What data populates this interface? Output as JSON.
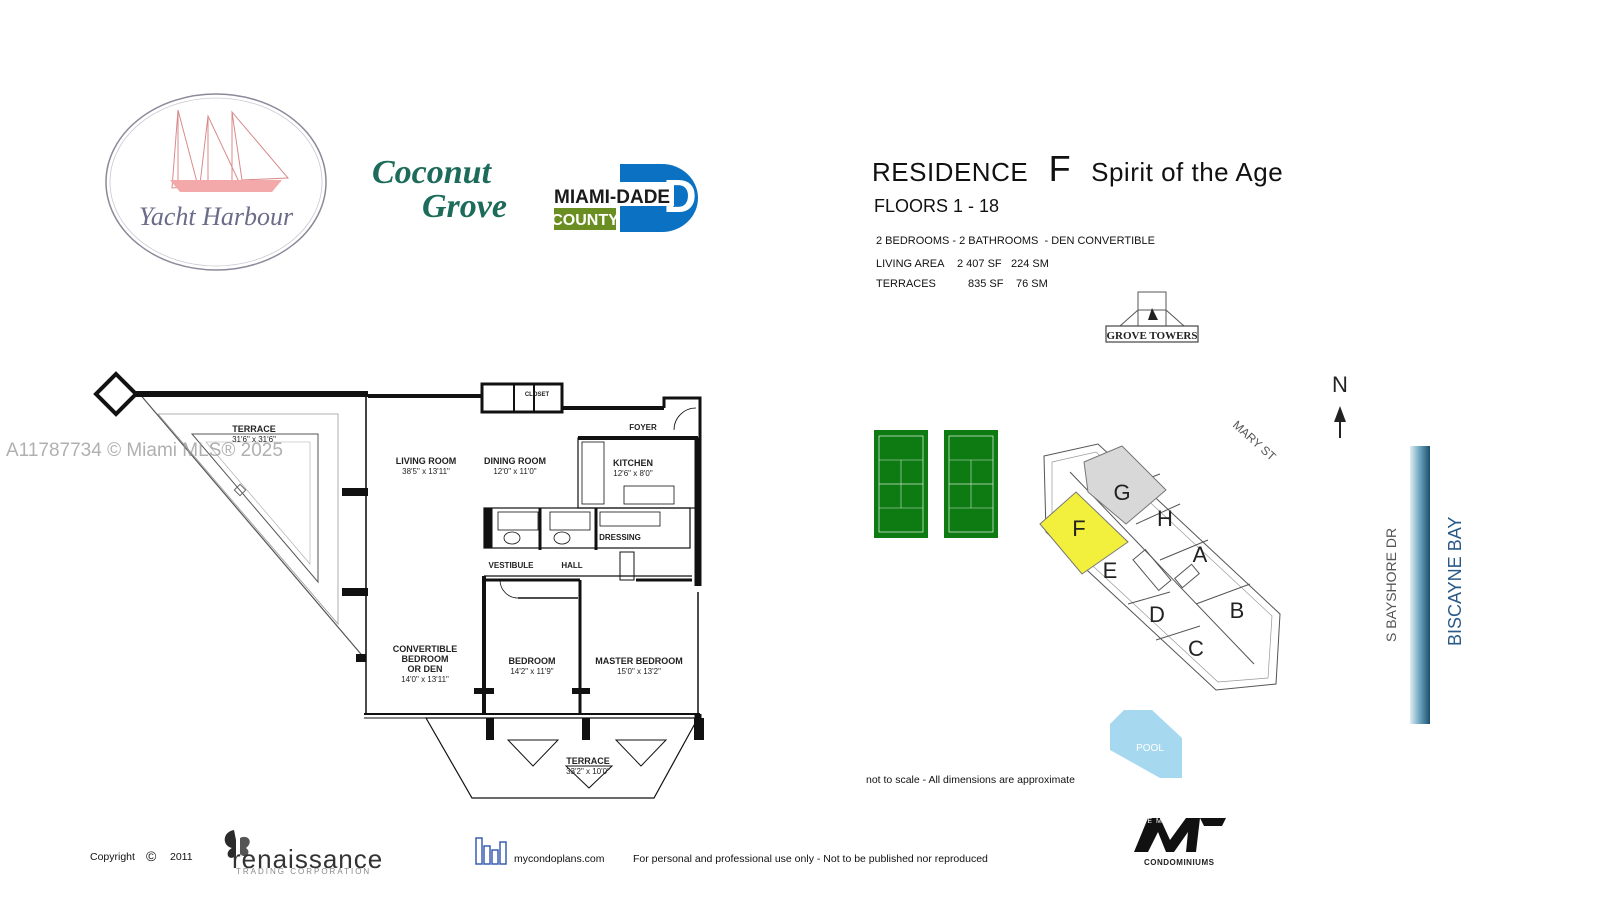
{
  "watermark": "A11787734 © Miami MLS® 2025",
  "logos": {
    "yacht_harbour": "Yacht Harbour",
    "coconut_line1": "Coconut",
    "coconut_line2": "Grove",
    "miami_dade_top": "MIAMI-DADE",
    "miami_dade_bottom": "COUNTY",
    "miami_dade_letter": "D",
    "grove_towers": "GROVE TOWERS",
    "renaissance": "renaissance",
    "renaissance_sub": "TRADING CORPORATION",
    "condominiums": "CONDOMINIUMS",
    "the_m_sub": "THE M"
  },
  "header": {
    "residence_label": "RESIDENCE",
    "unit_letter": "F",
    "unit_name": "Spirit of the Age",
    "floors": "FLOORS 1 - 18",
    "bed_bath": "2 BEDROOMS - 2 BATHROOMS  - DEN CONVERTIBLE",
    "living_area_label": "LIVING AREA",
    "living_area_sf": "2 407 SF",
    "living_area_sm": "224 SM",
    "terraces_label": "TERRACES",
    "terraces_sf": "835 SF",
    "terraces_sm": "76 SM"
  },
  "plan": {
    "terrace_left": "TERRACE",
    "terrace_left_dim": "31'6\" x 31'6\"",
    "living_room": "LIVING ROOM",
    "living_room_dim": "38'5\" x 13'11\"",
    "dining_room": "DINING ROOM",
    "dining_room_dim": "12'0\" x 11'0\"",
    "closet": "CLOSET",
    "foyer": "FOYER",
    "kitchen": "KITCHEN",
    "kitchen_dim": "12'6\" x 8'0\"",
    "dressing": "DRESSING",
    "vestibule": "VESTIBULE",
    "hall": "HALL",
    "convertible_1": "CONVERTIBLE",
    "convertible_2": "BEDROOM",
    "convertible_3": "OR DEN",
    "convertible_dim": "14'0\" x 13'11\"",
    "bedroom": "BEDROOM",
    "bedroom_dim": "14'2\" x 11'9\"",
    "master_bedroom": "MASTER BEDROOM",
    "master_bedroom_dim": "15'0\" x 13'2\"",
    "terrace_bottom": "TERRACE",
    "terrace_bottom_dim": "33'2\" x 10'0\""
  },
  "site": {
    "north": "N",
    "mary_st": "MARY ST",
    "bayshore": "S BAYSHORE DR",
    "biscayne": "BISCAYNE BAY",
    "pool": "POOL",
    "units": [
      "G",
      "F",
      "H",
      "A",
      "E",
      "D",
      "B",
      "C"
    ],
    "highlight_color": "#f2ef3d",
    "court_color": "#0e7a12"
  },
  "footer": {
    "not_to_scale": "not to scale - All dimensions are approximate",
    "copyright": "Copyright",
    "year": "2011",
    "website": "mycondoplans.com",
    "disclaimer": "For personal and professional use only - Not to be published nor reproduced"
  }
}
